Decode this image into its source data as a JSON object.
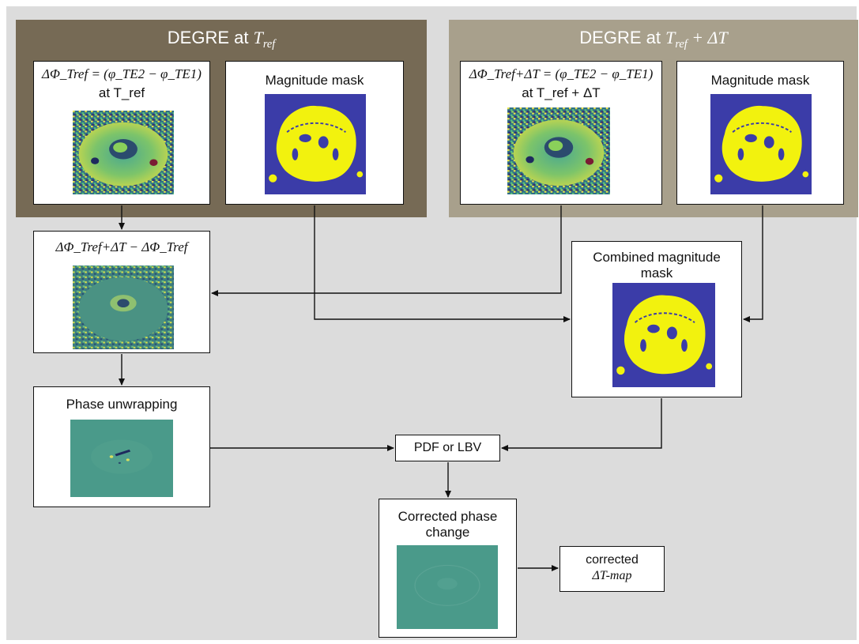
{
  "groups": {
    "ref": {
      "title_prefix": "DEGRE at ",
      "title_math": "T",
      "title_sub": "ref",
      "color": "#766a55"
    },
    "delta": {
      "title_prefix": "DEGRE at ",
      "title_math": "T",
      "title_sub": "ref",
      "title_suffix": " + ΔT",
      "color": "#a8a08c"
    }
  },
  "boxes": {
    "phase_ref": {
      "line1": "ΔΦ_Tref = (φ_TE2 − φ_TE1)",
      "line2": "at T_ref",
      "image": "phase-difference-map"
    },
    "mask_ref": {
      "title": "Magnitude mask",
      "image": "binary-mask"
    },
    "phase_delta": {
      "line1": "ΔΦ_Tref+ΔT = (φ_TE2 − φ_TE1)",
      "line2": "at T_ref + ΔT",
      "image": "phase-difference-map"
    },
    "mask_delta": {
      "title": "Magnitude mask",
      "image": "binary-mask"
    },
    "diff": {
      "title": "ΔΦ_Tref+ΔT − ΔΦ_Tref",
      "image": "phase-difference-map"
    },
    "combined": {
      "title": "Combined magnitude mask",
      "image": "binary-mask"
    },
    "unwrap": {
      "title": "Phase unwrapping",
      "image": "unwrapped-phase-map"
    },
    "pdf": {
      "title": "PDF or LBV"
    },
    "corrected": {
      "title": "Corrected phase change",
      "image": "corrected-phase-map"
    },
    "output": {
      "line1": "corrected",
      "line2": "ΔT-map"
    }
  },
  "colors": {
    "mask_bg": "#3b3ca8",
    "mask_fg": "#f2f20e",
    "teal": "#4a9a8a",
    "background": "#dcdcdc"
  }
}
